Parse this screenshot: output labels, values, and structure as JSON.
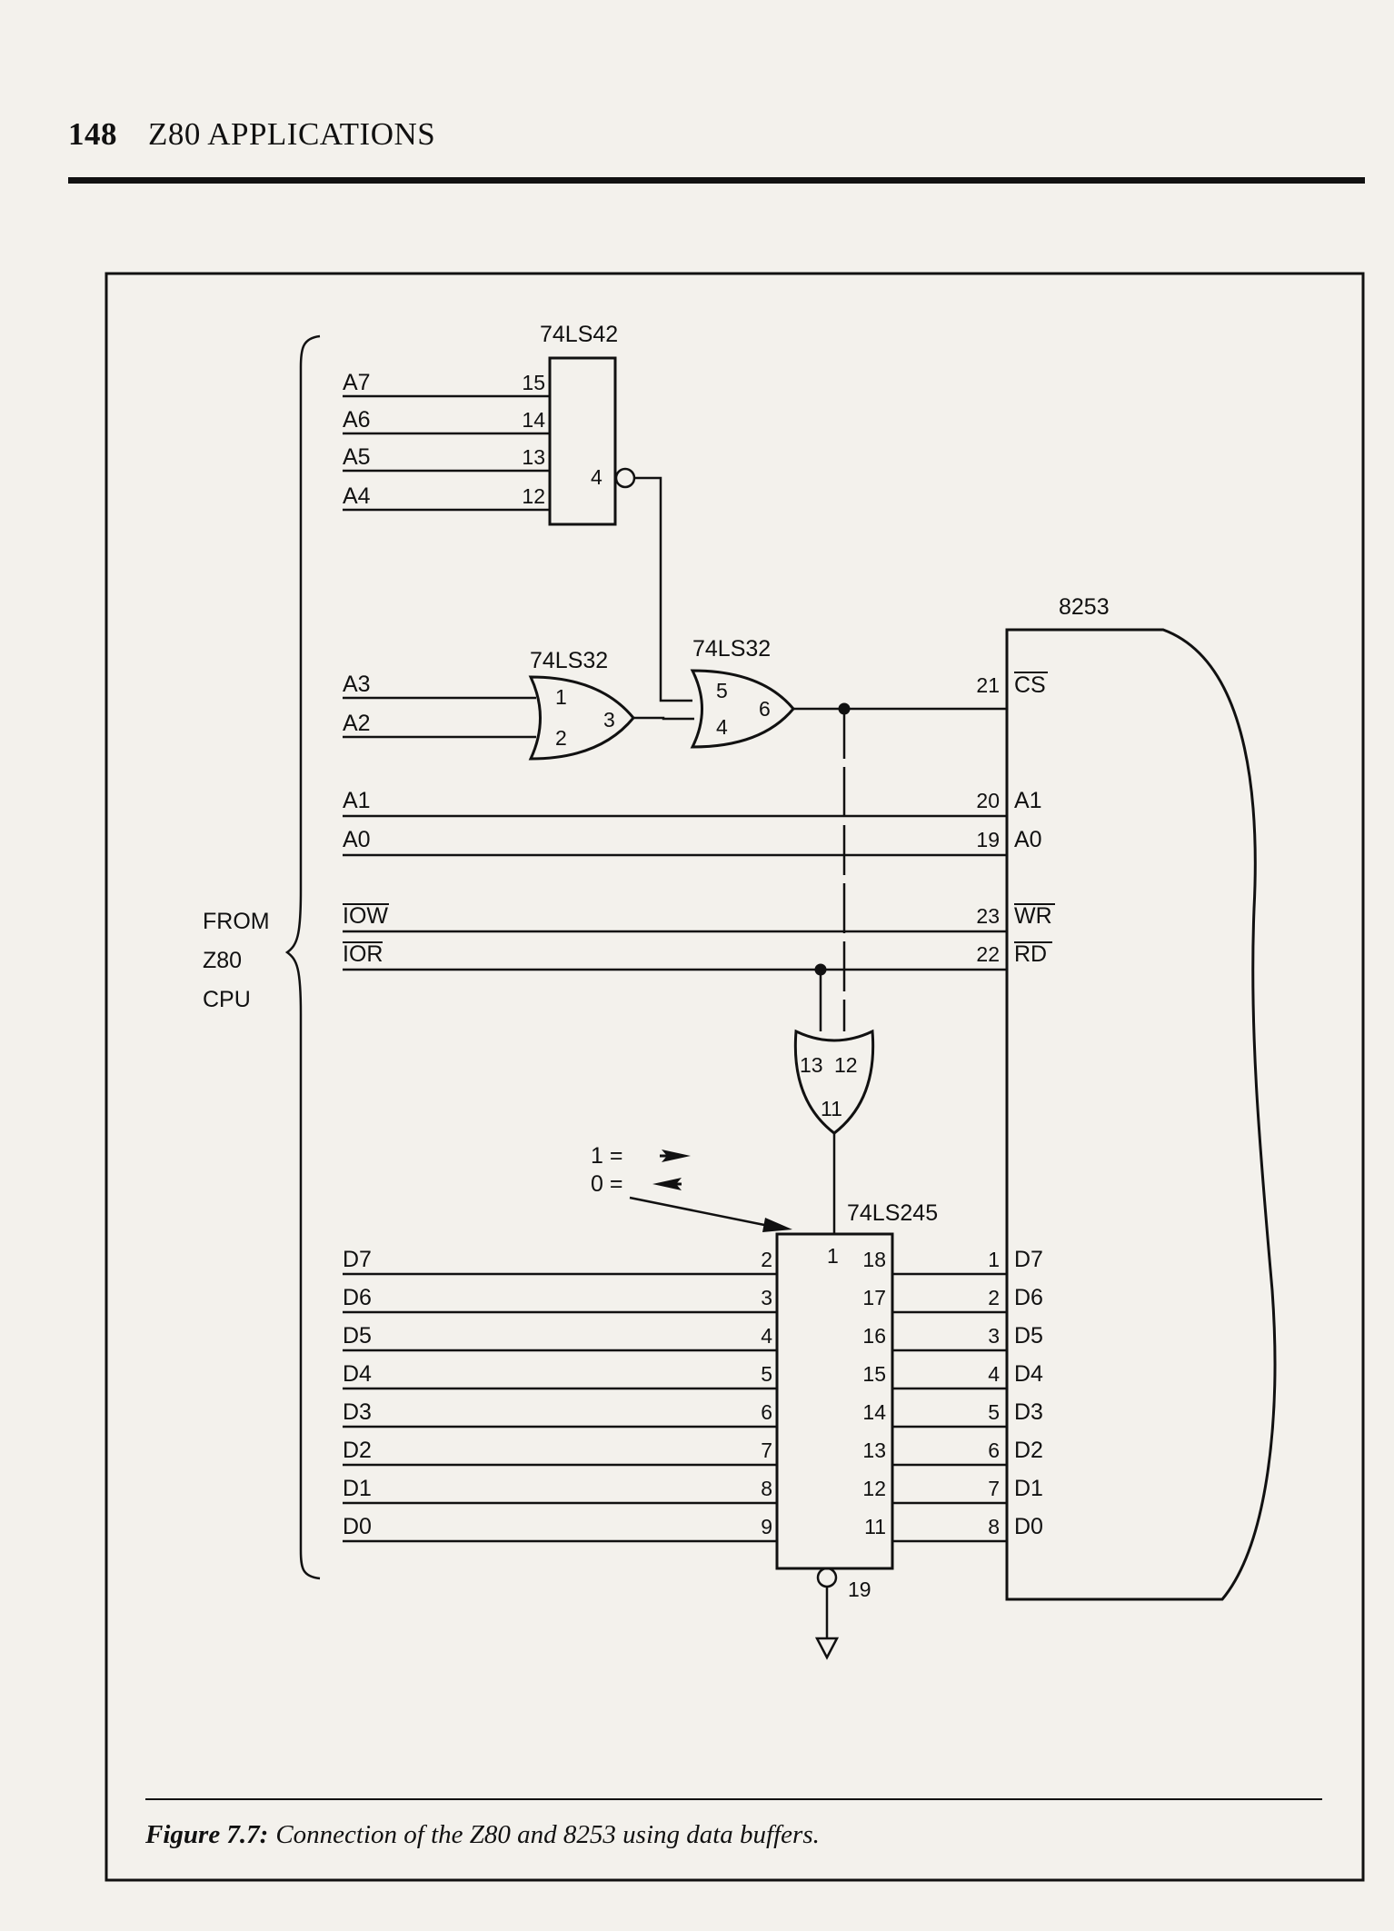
{
  "header": {
    "page_number": "148",
    "running_title": "Z80 APPLICATIONS"
  },
  "figure": {
    "source_label": [
      "FROM",
      "Z80",
      "CPU"
    ],
    "chips": {
      "decoder": "74LS42",
      "or_gate_1": "74LS32",
      "or_gate_2": "74LS32",
      "buffer": "74LS245",
      "timer": "8253"
    },
    "decoder_inputs": [
      {
        "signal": "A7",
        "pin": "15"
      },
      {
        "signal": "A6",
        "pin": "14"
      },
      {
        "signal": "A5",
        "pin": "13"
      },
      {
        "signal": "A4",
        "pin": "12"
      }
    ],
    "decoder_output_pin": "4",
    "or1": {
      "signals": [
        "A3",
        "A2"
      ],
      "in_pins": [
        "1",
        "2"
      ],
      "out_pin": "3"
    },
    "or2": {
      "in_pins": [
        "5",
        "4"
      ],
      "out_pin": "6"
    },
    "or3": {
      "in_pins": [
        "13",
        "12"
      ],
      "out_pin": "11"
    },
    "control_lines": [
      {
        "signal": "A1",
        "pin": "20",
        "target": "A1"
      },
      {
        "signal": "A0",
        "pin": "19",
        "target": "A0"
      },
      {
        "signal": "IOW",
        "pin": "23",
        "target": "WR"
      },
      {
        "signal": "IOR",
        "pin": "22",
        "target": "RD"
      }
    ],
    "cs": {
      "pin": "21",
      "label": "CS"
    },
    "direction_legend": [
      "1 =",
      "0 ="
    ],
    "buffer_dir_pin": "1",
    "buffer_enable_pin": "19",
    "data_lines": [
      {
        "signal": "D7",
        "a_pin": "2",
        "b_pin": "18",
        "t_pin": "1",
        "target": "D7"
      },
      {
        "signal": "D6",
        "a_pin": "3",
        "b_pin": "17",
        "t_pin": "2",
        "target": "D6"
      },
      {
        "signal": "D5",
        "a_pin": "4",
        "b_pin": "16",
        "t_pin": "3",
        "target": "D5"
      },
      {
        "signal": "D4",
        "a_pin": "5",
        "b_pin": "15",
        "t_pin": "4",
        "target": "D4"
      },
      {
        "signal": "D3",
        "a_pin": "6",
        "b_pin": "14",
        "t_pin": "5",
        "target": "D3"
      },
      {
        "signal": "D2",
        "a_pin": "7",
        "b_pin": "13",
        "t_pin": "6",
        "target": "D2"
      },
      {
        "signal": "D1",
        "a_pin": "8",
        "b_pin": "12",
        "t_pin": "7",
        "target": "D1"
      },
      {
        "signal": "D0",
        "a_pin": "9",
        "b_pin": "11",
        "t_pin": "8",
        "target": "D0"
      }
    ],
    "caption": {
      "label": "Figure 7.7:",
      "text": "Connection of the Z80 and 8253 using data buffers."
    }
  }
}
